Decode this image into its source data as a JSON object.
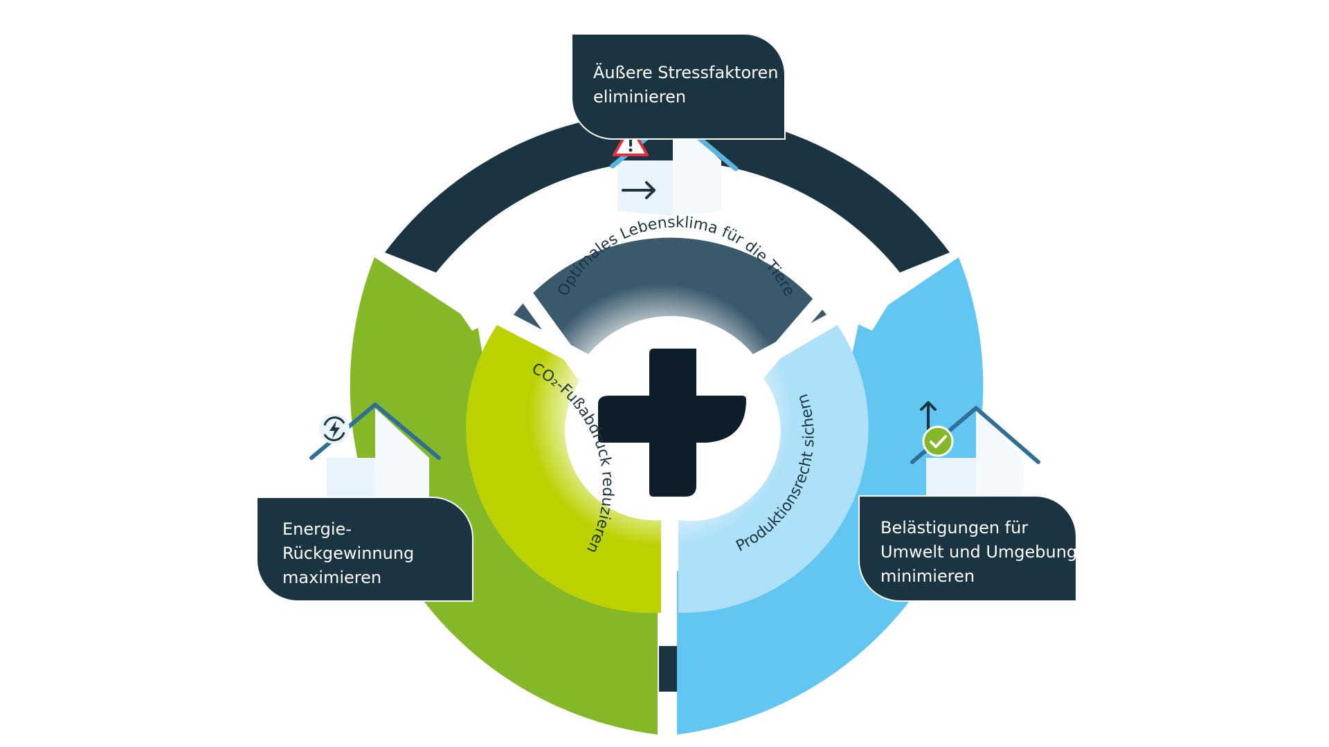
{
  "segments": {
    "top": {
      "inner_label": "Optimales Lebensklima für die Tiere",
      "callout_lines": [
        "Äußere Stressfaktoren",
        "eliminieren"
      ],
      "badge_icon": "warning-icon",
      "house_icon": "arrow-right-icon"
    },
    "left": {
      "inner_label": "CO₂-Fußabdruck reduzieren",
      "callout_lines": [
        "Energie-",
        "Rückgewinnung",
        "maximieren"
      ],
      "badge_icon": "energy-recovery-icon"
    },
    "right": {
      "inner_label": "Produktionsrecht sichern",
      "callout_lines": [
        "Belästigungen für",
        "Umwelt und Umgebung",
        "minimieren"
      ],
      "badge_icon": "check-icon",
      "house_icon": "arrow-up-icon"
    }
  },
  "center_icon": "plus-icon",
  "colors": {
    "navy": "#1b3441",
    "navy_inner": "#3a5a6c",
    "green": "#84b829",
    "green_inner": "#bcd200",
    "blue": "#62c6f2",
    "blue_inner": "#aee0f9",
    "center_cross": "#0d1e29",
    "house_wall": "#eaf4fc",
    "roof": "#2f6f96",
    "roof_light": "#5bb3e0",
    "warning_red": "#e62f3c",
    "check_green": "#84b829"
  }
}
